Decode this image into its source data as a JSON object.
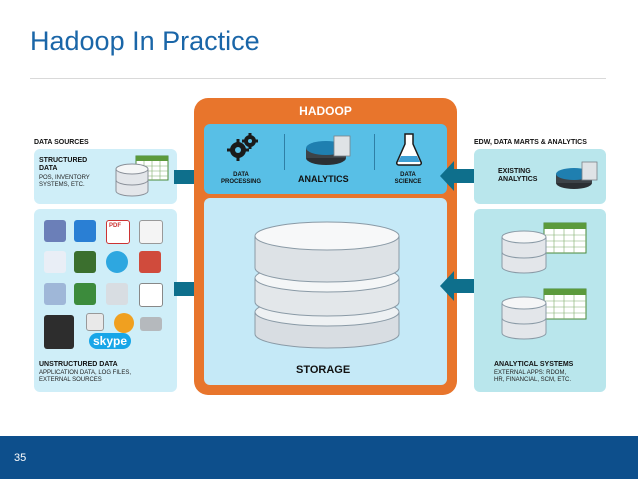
{
  "slide": {
    "title": "Hadoop In Practice",
    "number": "35"
  },
  "sources": {
    "heading": "DATA SOURCES",
    "structured_title": "STRUCTURED\nDATA",
    "structured_desc": "POS, INVENTORY\nSYSTEMS, ETC.",
    "unstructured_title": "UNSTRUCTURED DATA",
    "unstructured_desc": "APPLICATION DATA, LOG FILES,\nEXTERNAL SOURCES",
    "app_label_skype": "skype",
    "app_label_pdf": "PDF"
  },
  "hadoop": {
    "title": "HADOOP",
    "data_processing": "DATA\nPROCESSING",
    "analytics": "ANALYTICS",
    "data_science": "DATA\nSCIENCE",
    "storage": "STORAGE"
  },
  "outputs": {
    "heading": "EDW, DATA MARTS & ANALYTICS",
    "existing": "EXISTING\nANALYTICS",
    "analytical_title": "ANALYTICAL SYSTEMS",
    "analytical_desc": "EXTERNAL APPS: RDOM,\nHR, FINANCIAL, SCM, ETC."
  },
  "colors": {
    "orange": "#e8752c",
    "blue_title": "#1a66a8",
    "arrow": "#0e6f8c",
    "footer": "#0d4f8c"
  }
}
